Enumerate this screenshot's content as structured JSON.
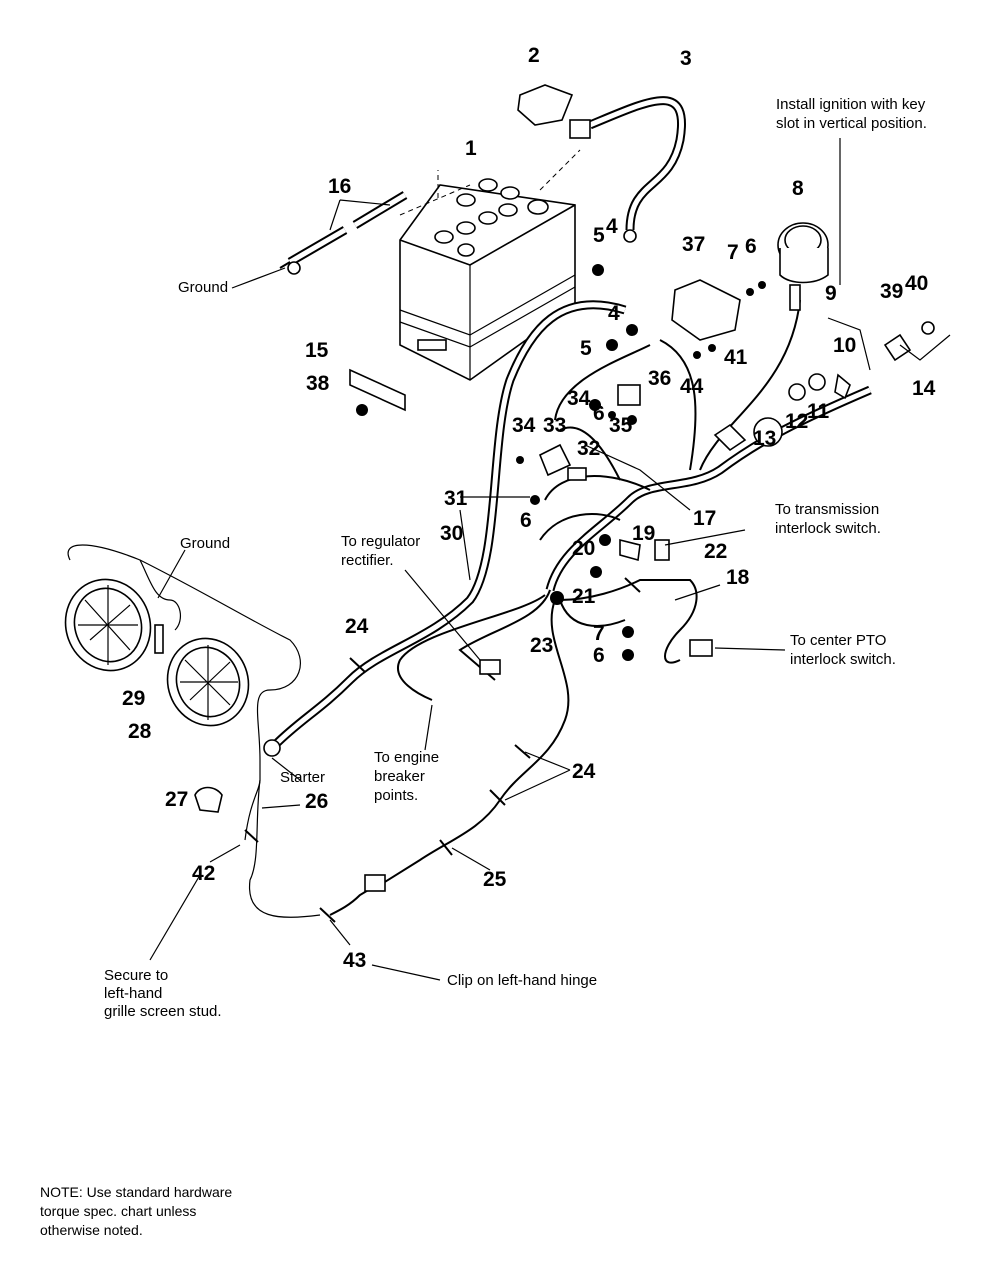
{
  "callouts": [
    "1",
    "2",
    "3",
    "4",
    "5",
    "6",
    "7",
    "8",
    "9",
    "10",
    "11",
    "12",
    "13",
    "14",
    "15",
    "16",
    "17",
    "18",
    "19",
    "20",
    "21",
    "22",
    "23",
    "24",
    "25",
    "26",
    "27",
    "28",
    "29",
    "30",
    "31",
    "32",
    "33",
    "34",
    "35",
    "36",
    "37",
    "38",
    "39",
    "40",
    "41",
    "42",
    "43",
    "44"
  ],
  "extra_callouts": {
    "n4b": "4",
    "n5b": "5",
    "n6b": "6",
    "n6c": "6",
    "n6d": "6",
    "n7b": "7",
    "n34b": "34",
    "n24b": "24"
  },
  "labels": {
    "ignition_1": "Install ignition with key",
    "ignition_2": "slot in vertical position.",
    "ground_battery": "Ground",
    "ground_lights": "Ground",
    "regulator_1": "To regulator",
    "regulator_2": "rectifier.",
    "transmission_1": "To transmission",
    "transmission_2": "interlock switch.",
    "pto_1": "To center PTO",
    "pto_2": "interlock switch.",
    "starter": "Starter",
    "breaker_1": "To engine",
    "breaker_2": "breaker",
    "breaker_3": "points.",
    "secure_1": "Secure to",
    "secure_2": "left-hand",
    "secure_3": "grille screen stud.",
    "clip": "Clip on left-hand hinge"
  },
  "note": {
    "line1": "NOTE: Use standard hardware",
    "line2": "torque spec. chart unless",
    "line3": "otherwise noted."
  }
}
